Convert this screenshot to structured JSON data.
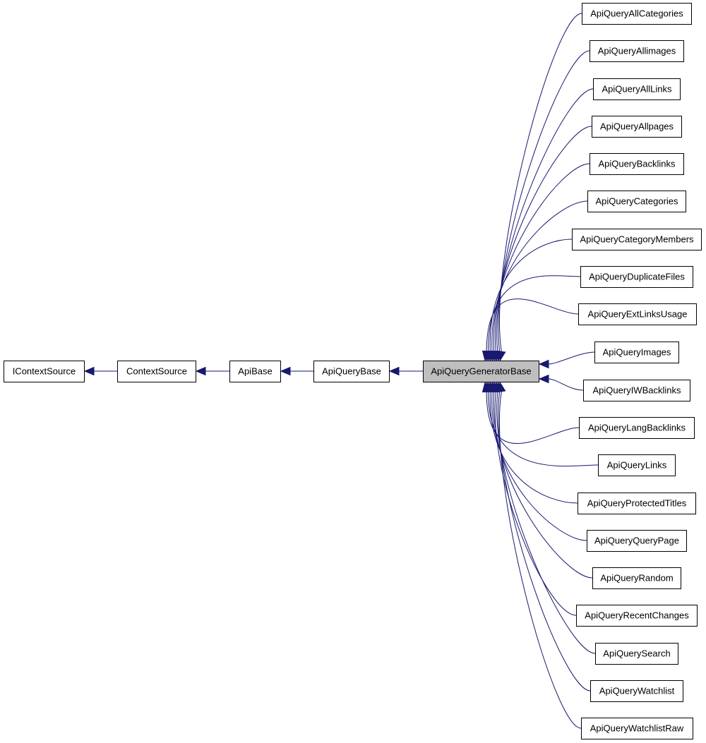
{
  "diagram": {
    "ancestors": [
      "IContextSource",
      "ContextSource",
      "ApiBase",
      "ApiQueryBase"
    ],
    "focus": "ApiQueryGeneratorBase",
    "derived": [
      "ApiQueryAllCategories",
      "ApiQueryAllimages",
      "ApiQueryAllLinks",
      "ApiQueryAllpages",
      "ApiQueryBacklinks",
      "ApiQueryCategories",
      "ApiQueryCategoryMembers",
      "ApiQueryDuplicateFiles",
      "ApiQueryExtLinksUsage",
      "ApiQueryImages",
      "ApiQueryIWBacklinks",
      "ApiQueryLangBacklinks",
      "ApiQueryLinks",
      "ApiQueryProtectedTitles",
      "ApiQueryQueryPage",
      "ApiQueryRandom",
      "ApiQueryRecentChanges",
      "ApiQuerySearch",
      "ApiQueryWatchlist",
      "ApiQueryWatchlistRaw"
    ],
    "edge_color": "#191970",
    "focus_fill": "#bfbfbf"
  }
}
